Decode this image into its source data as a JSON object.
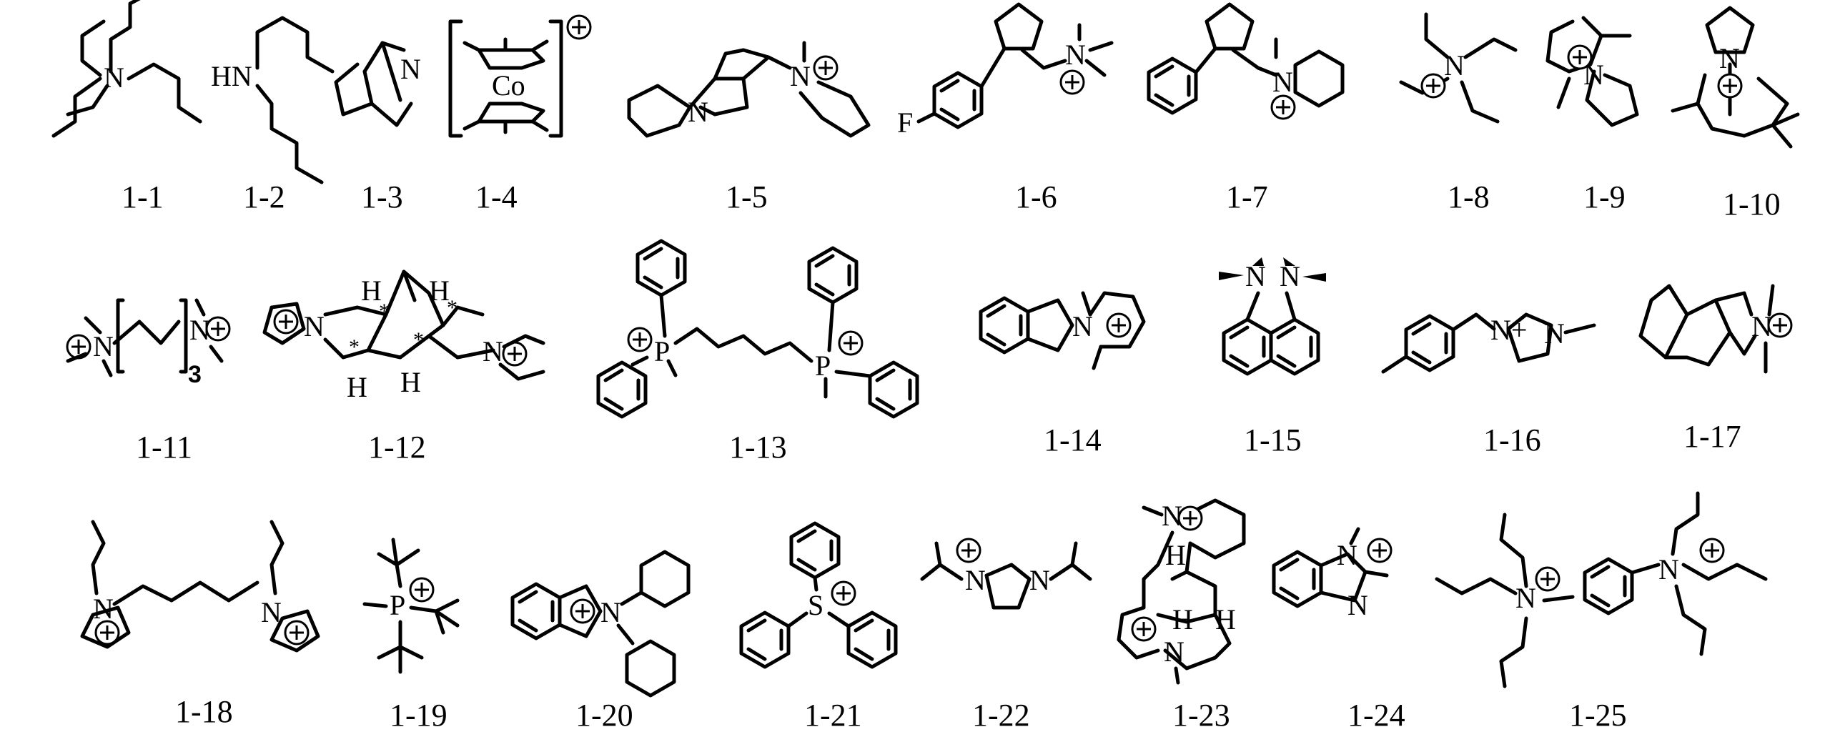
{
  "compounds": [
    {
      "id": "1-1"
    },
    {
      "id": "1-2"
    },
    {
      "id": "1-3"
    },
    {
      "id": "1-4"
    },
    {
      "id": "1-5"
    },
    {
      "id": "1-6"
    },
    {
      "id": "1-7"
    },
    {
      "id": "1-8"
    },
    {
      "id": "1-9"
    },
    {
      "id": "1-10"
    },
    {
      "id": "1-11"
    },
    {
      "id": "1-12"
    },
    {
      "id": "1-13"
    },
    {
      "id": "1-14"
    },
    {
      "id": "1-15"
    },
    {
      "id": "1-16"
    },
    {
      "id": "1-17"
    },
    {
      "id": "1-18"
    },
    {
      "id": "1-19"
    },
    {
      "id": "1-20"
    },
    {
      "id": "1-21"
    },
    {
      "id": "1-22"
    },
    {
      "id": "1-23"
    },
    {
      "id": "1-24"
    },
    {
      "id": "1-25"
    }
  ],
  "atoms": {
    "N": "N",
    "HN": "HN",
    "Co": "Co",
    "F": "F",
    "P": "P",
    "S": "S",
    "H": "H",
    "Nplus": "N+"
  },
  "marks": {
    "repeat_count": "3",
    "stereo": "*"
  }
}
